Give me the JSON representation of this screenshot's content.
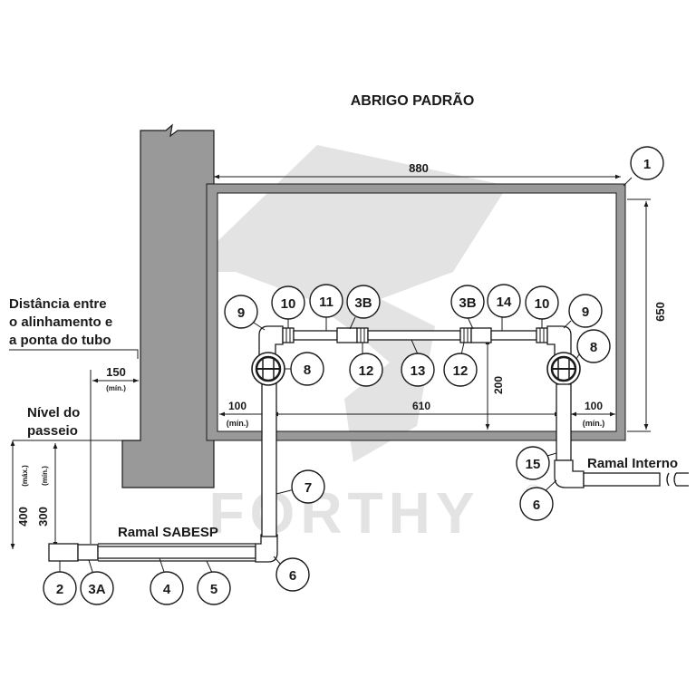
{
  "title": "ABRIGO PADRÃO",
  "watermark": "FORTHY",
  "watermark_mark": "®",
  "colors": {
    "wall": "#999999",
    "box_frame": "#999999",
    "pipe_stroke": "#1a1a1a",
    "line": "#1a1a1a",
    "watermark": "#e3e3e3"
  },
  "labels": {
    "distance_line1": "Distância entre",
    "distance_line2": "o alinhamento e",
    "distance_line3": "a ponta do tubo",
    "sidewalk_line1": "Nível do",
    "sidewalk_line2": "passeio",
    "ramal_sabesp": "Ramal SABESP",
    "ramal_interno": "Ramal Interno"
  },
  "dimensions": {
    "width_880": "880",
    "height_650": "650",
    "d_150": "150",
    "d_150_note": "(mín.)",
    "d_100_left": "100",
    "d_100_left_note": "(mín.)",
    "d_610": "610",
    "d_100_right": "100",
    "d_100_right_note": "(mín.)",
    "d_200": "200",
    "d_400": "400",
    "d_400_note": "(máx.)",
    "d_300": "300",
    "d_300_note": "(mín.)"
  },
  "callouts": {
    "c1": "1",
    "c2": "2",
    "c3a": "3A",
    "c4": "4",
    "c5": "5",
    "c6_left": "6",
    "c7": "7",
    "c8_left": "8",
    "c9_left": "9",
    "c10_left": "10",
    "c11": "11",
    "c3b_left": "3B",
    "c12_left": "12",
    "c13": "13",
    "c12_right": "12",
    "c3b_right": "3B",
    "c14": "14",
    "c10_right": "10",
    "c9_right": "9",
    "c8_right": "8",
    "c15": "15",
    "c6_right": "6"
  }
}
